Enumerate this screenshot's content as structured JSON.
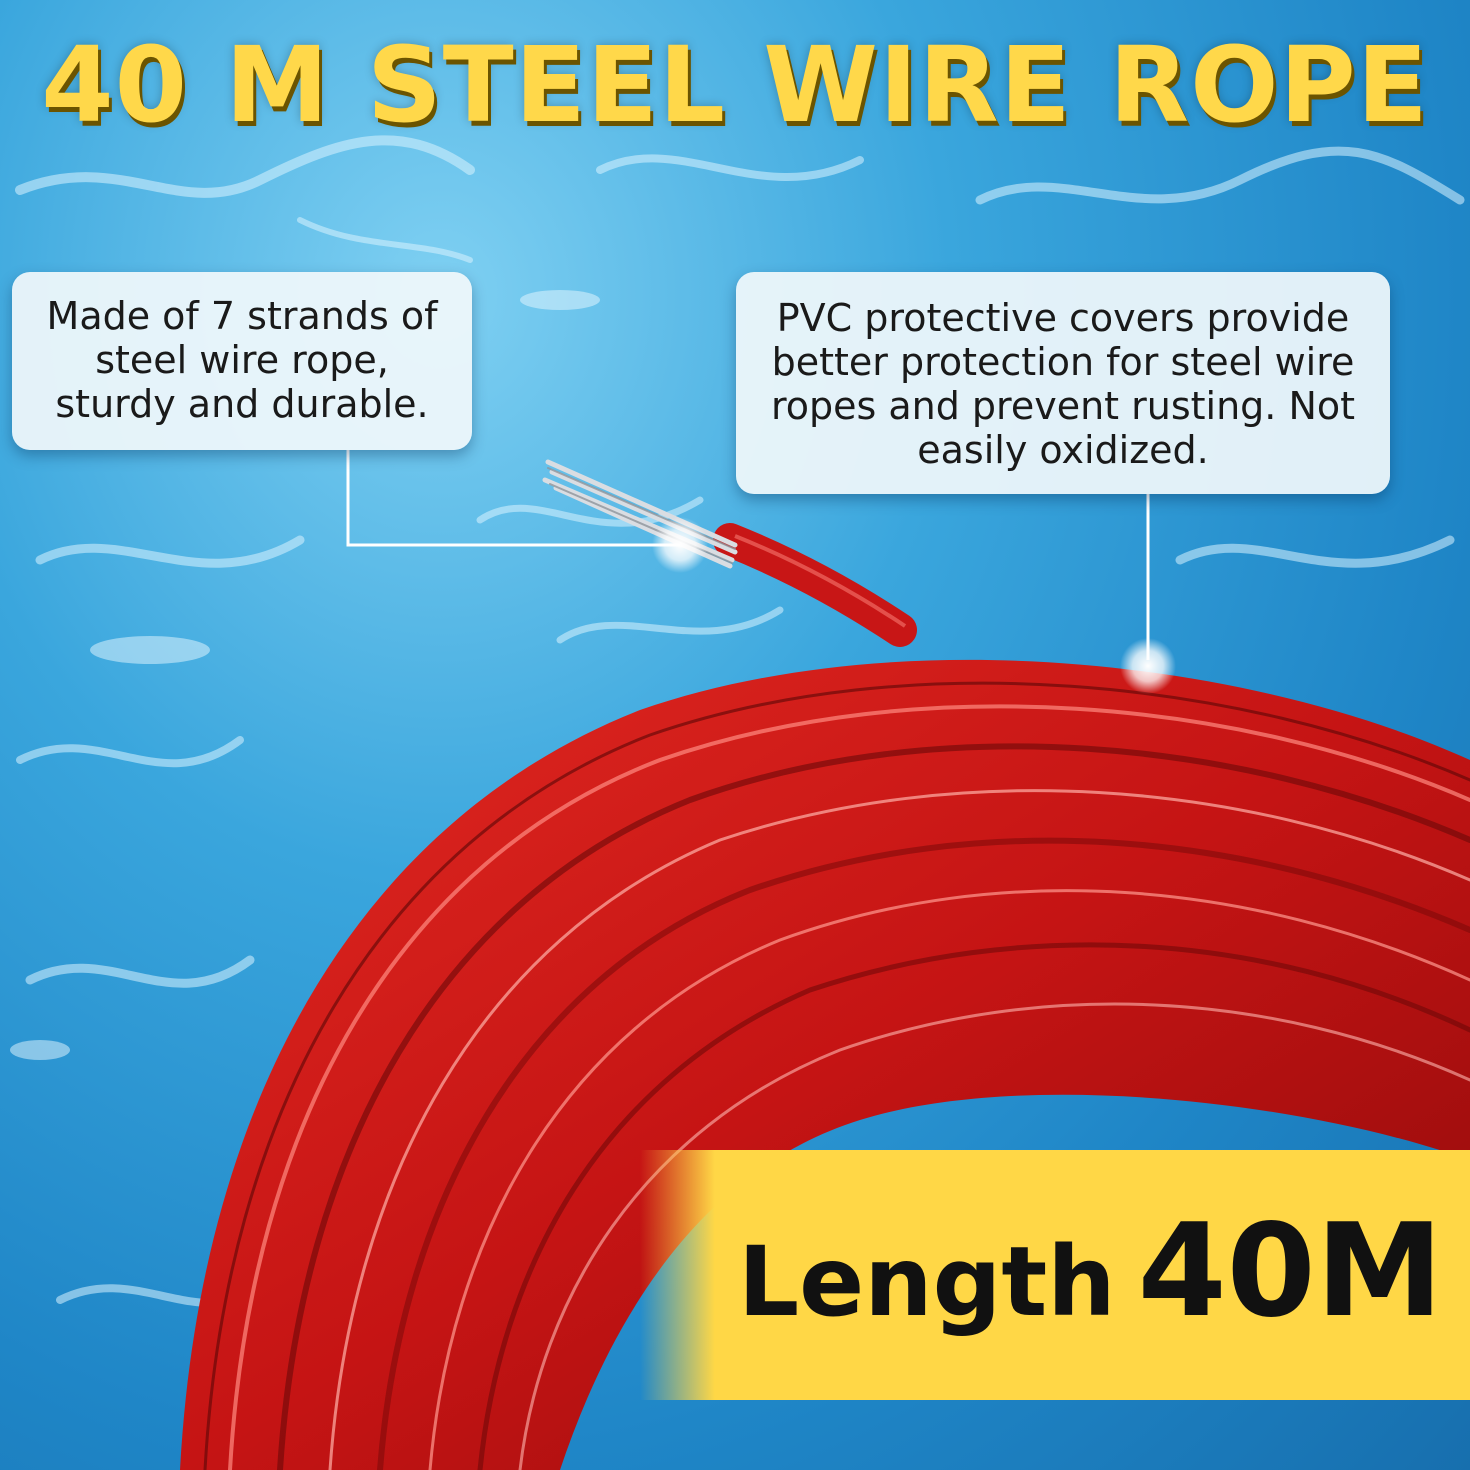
{
  "title": "40 M STEEL WIRE ROPE",
  "callouts": {
    "left": [
      "Made of 7 strands of",
      "steel wire rope,",
      "sturdy and durable."
    ],
    "right": [
      "PVC protective covers provide",
      "better protection for steel wire",
      "ropes and prevent rusting. Not",
      "easily oxidized."
    ]
  },
  "banner": {
    "label": "Length",
    "value": "40M"
  },
  "colors": {
    "title": "#ffd84a",
    "rope": "#d01818",
    "water": "#2a96d4",
    "banner": "#ffd746"
  },
  "icons": [
    "water-background",
    "coiled-rope-image",
    "pointer-dot"
  ]
}
